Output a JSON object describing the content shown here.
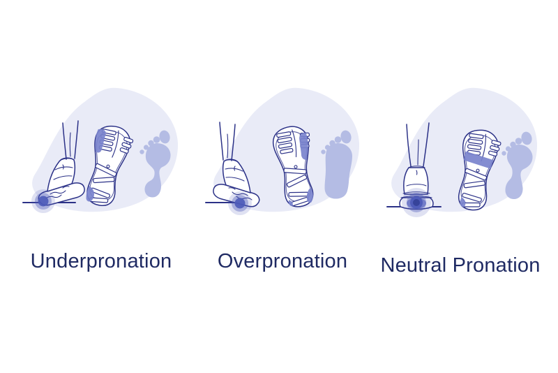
{
  "figure": {
    "panels": [
      {
        "id": "underpronation",
        "label": "Underpronation"
      },
      {
        "id": "overpronation",
        "label": "Overpronation"
      },
      {
        "id": "neutral-pronation",
        "label": "Neutral Pronation"
      }
    ],
    "colors": {
      "background": "#ffffff",
      "outline": "#2b3187",
      "blob": "#e9ebf7",
      "footprint": "#b4bce4",
      "wear": "#7a83cd",
      "glow_core": "#4d5ab8",
      "label_text": "#1f2a63"
    }
  }
}
